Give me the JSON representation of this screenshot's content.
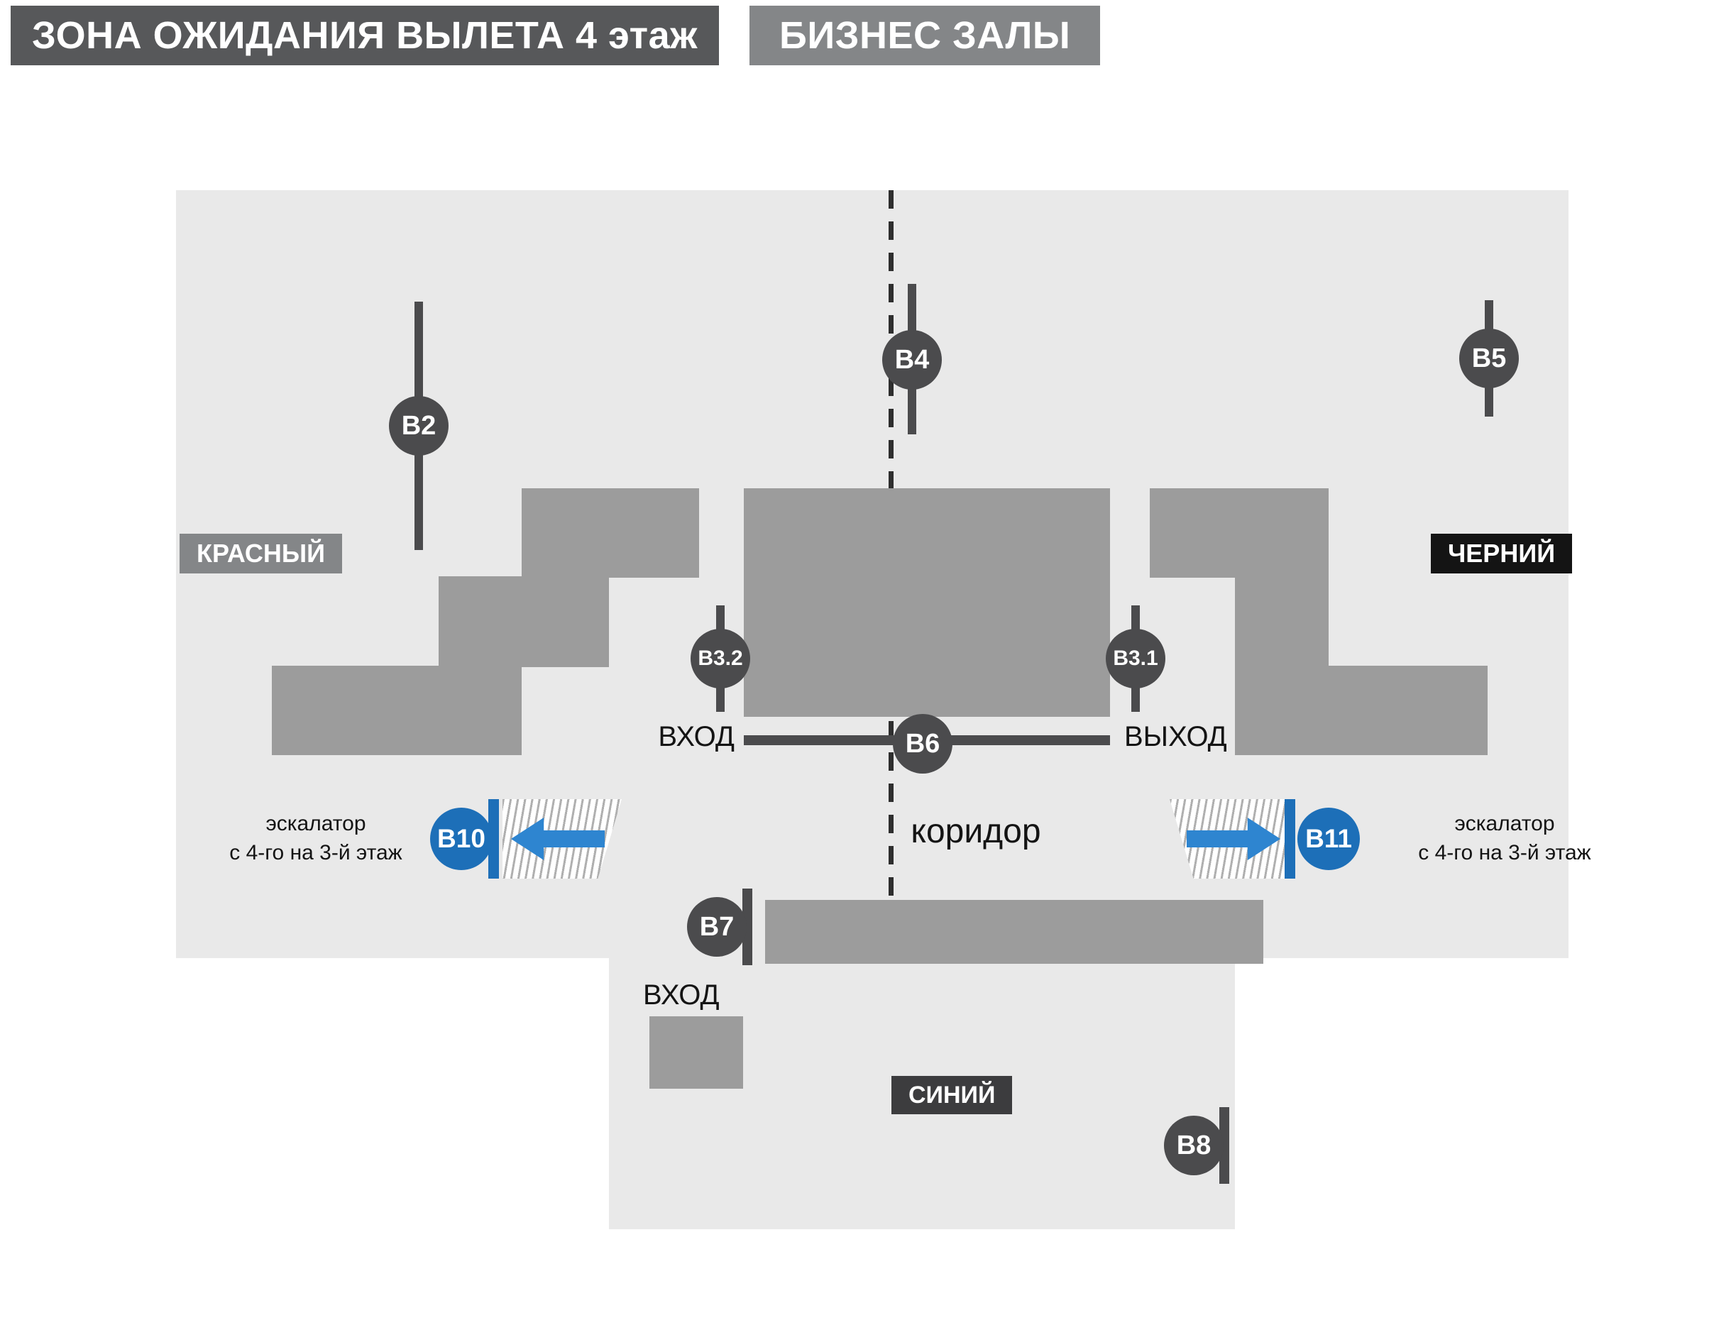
{
  "header": {
    "title": "ЗОНА ОЖИДАНИЯ ВЫЛЕТА 4 этаж",
    "legend": "БИЗНЕС ЗАЛЫ"
  },
  "zones": {
    "red": {
      "label": "КРАСНЫЙ"
    },
    "black": {
      "label": "ЧЕРНИЙ"
    },
    "blue": {
      "label": "СИНИЙ"
    }
  },
  "markers": {
    "b2": "В2",
    "b4": "В4",
    "b5": "В5",
    "b3_2": "В3.2",
    "b3_1": "В3.1",
    "b6": "В6",
    "b7": "В7",
    "b8": "В8",
    "b10": "В10",
    "b11": "В11"
  },
  "labels": {
    "entry_main": "ВХОД",
    "exit_main": "ВЫХОД",
    "corridor": "коридор",
    "entry_lower": "ВХОД",
    "escalator_left": {
      "line1": "эскалатор",
      "line2": "с 4-го на 3-й этаж"
    },
    "escalator_right": {
      "line1": "эскалатор",
      "line2": "с 4-го на 3-й этаж"
    }
  },
  "colors": {
    "header_bar": "#57585a",
    "legend_bar": "#848688",
    "floor": "#e9e9e9",
    "block": "#9c9c9c",
    "marker_dark": "#4b4b4d",
    "marker_blue": "#1d6fb8",
    "arrow_blue": "#2e85d0",
    "zone_red_bg": "#848688",
    "zone_black_bg": "#141414",
    "zone_blue_bg": "#3c3c3e"
  }
}
